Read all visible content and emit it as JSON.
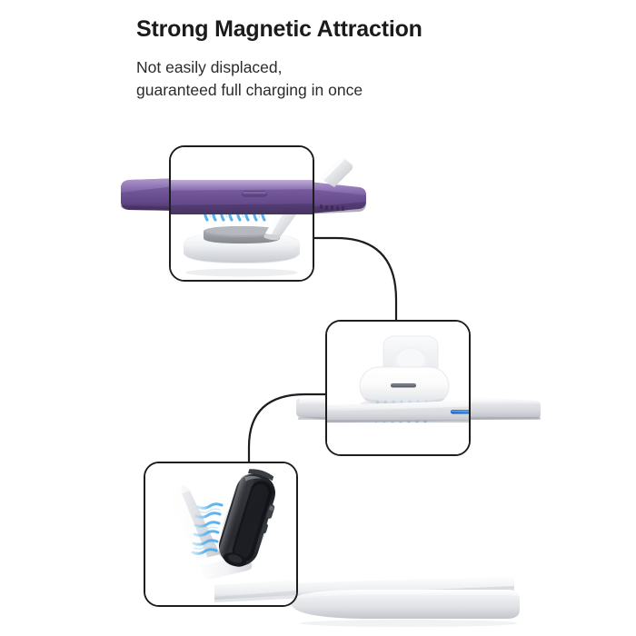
{
  "header": {
    "headline": "Strong Magnetic Attraction",
    "subline_line1": "Not easily displaced,",
    "subline_line2": "guaranteed full charging in once"
  },
  "colors": {
    "background": "#ffffff",
    "text_primary": "#1b1b1b",
    "text_secondary": "#2b2b2b",
    "panel_border": "#1d1d1d",
    "connector_line": "#1d1d1d",
    "magnetic_wave": "#5fb4ec",
    "magnetic_wave_light": "#a9d9f7",
    "phone_purple": "#6b4f8f",
    "phone_purple_dark": "#4b3566",
    "phone_purple_light": "#8f74b4",
    "device_white": "#f4f4f6",
    "device_white_shadow": "#d6d8dc",
    "pad_gray": "#9a9ca1",
    "watch_black": "#1f2024",
    "watch_black_light": "#4a4d55",
    "led_blue": "#1d6fd1"
  },
  "panels": [
    {
      "id": "panel-phone",
      "name": "phone-magnetic-attraction-panel",
      "caption": "",
      "device": "smartphone",
      "device_color_name": "purple",
      "base": "round-wireless-charging-base",
      "wave_count": 9,
      "wave_direction": "vertical"
    },
    {
      "id": "panel-earbuds",
      "name": "earbuds-magnetic-attraction-panel",
      "caption": "",
      "device": "earbuds-case",
      "device_color_name": "white",
      "base": "flat-charging-pad",
      "indicator": "blue-led-bar",
      "wave_count": 7,
      "wave_direction": "vertical"
    },
    {
      "id": "panel-watch",
      "name": "watch-magnetic-attraction-panel",
      "caption": "",
      "device": "smartwatch",
      "device_color_name": "black",
      "base": "watch-charger-arm",
      "wave_count": 6,
      "wave_direction": "horizontal"
    }
  ],
  "connectors": [
    {
      "name": "connector-panel1-to-panel2",
      "from": "panel-phone",
      "to": "panel-earbuds"
    },
    {
      "name": "connector-panel2-to-panel3",
      "from": "panel-earbuds",
      "to": "panel-watch"
    }
  ]
}
